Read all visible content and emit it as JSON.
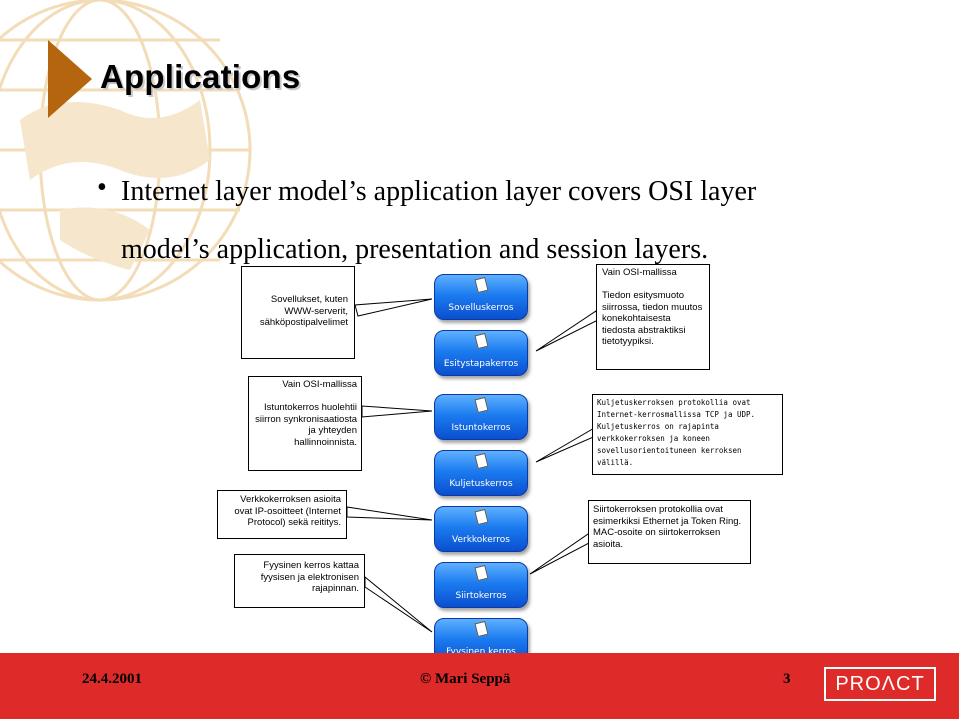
{
  "slide": {
    "title": "Applications",
    "bullet_line1": "Internet layer model’s application layer covers OSI layer",
    "bullet_line2": "model’s application, presentation and session layers."
  },
  "layers": [
    "Sovelluskerros",
    "Esitystapakerros",
    "Istuntokerros",
    "Kuljetuskerros",
    "Verkkokerros",
    "Siirtokerros",
    "Fyysinen kerros"
  ],
  "callouts": {
    "applications": "Sovellukset, kuten WWW-serverit, sähköpostipalvelimet",
    "presentation": "Vain OSI-mallissa\n\nTiedon esitysmuoto siirrossa, tiedon muutos konekohtaisesta tiedosta abstraktiksi tietotyypiksi.",
    "session": "Vain OSI-mallissa\n\nIstuntokerros huolehtii siirron synkronisaatiosta ja yhteyden hallinnoinnista.",
    "transport": "Kuljetuskerroksen protokollia ovat Internet-kerrosmallissa TCP ja UDP. Kuljetuskerros on rajapinta verkkokerroksen ja koneen sovellusorientoituneen kerroksen välillä.",
    "network": "Verkkokerroksen asioita ovat IP-osoitteet (Internet Protocol) sekä reititys.",
    "datalink": "Siirtokerroksen protokollia ovat esimerkiksi Ethernet ja Token Ring. MAC-osoite on siirtokerroksen asioita.",
    "physical": "Fyysinen kerros kattaa fyysisen ja elektronisen rajapinnan."
  },
  "footer": {
    "date": "24.4.2001",
    "author": "© Mari Seppä",
    "page": "3",
    "logo": "PROΛCT"
  },
  "colors": {
    "footer_bg": "#df2a2a",
    "arrow": "#b5650f",
    "globe": "#f3dcb8",
    "layer_blue": "#1c7cf0"
  }
}
